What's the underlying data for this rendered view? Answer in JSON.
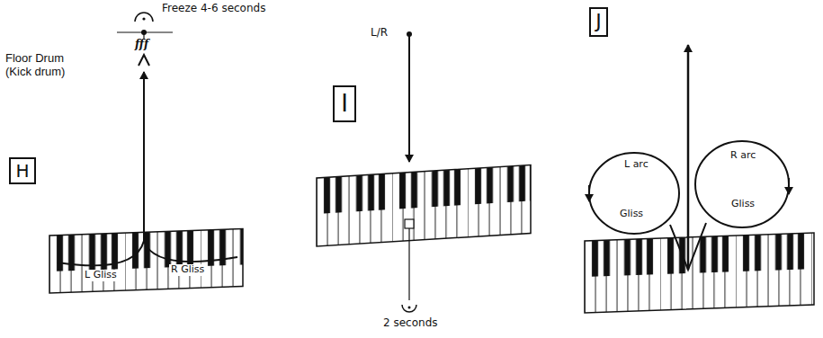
{
  "diagram": {
    "nodes": [
      {
        "text": [
          "H"
        ]
      },
      {
        "text": [
          "I"
        ]
      },
      {
        "text": [
          "J"
        ]
      }
    ],
    "labels": [
      "Freeze 4-6 seconds",
      "fff",
      "Floor Drum (Kick drum)",
      "L Gliss",
      "R Gliss",
      "L/R",
      "2 seconds",
      "L arc",
      "R arc",
      "Gliss",
      "Gliss"
    ]
  }
}
